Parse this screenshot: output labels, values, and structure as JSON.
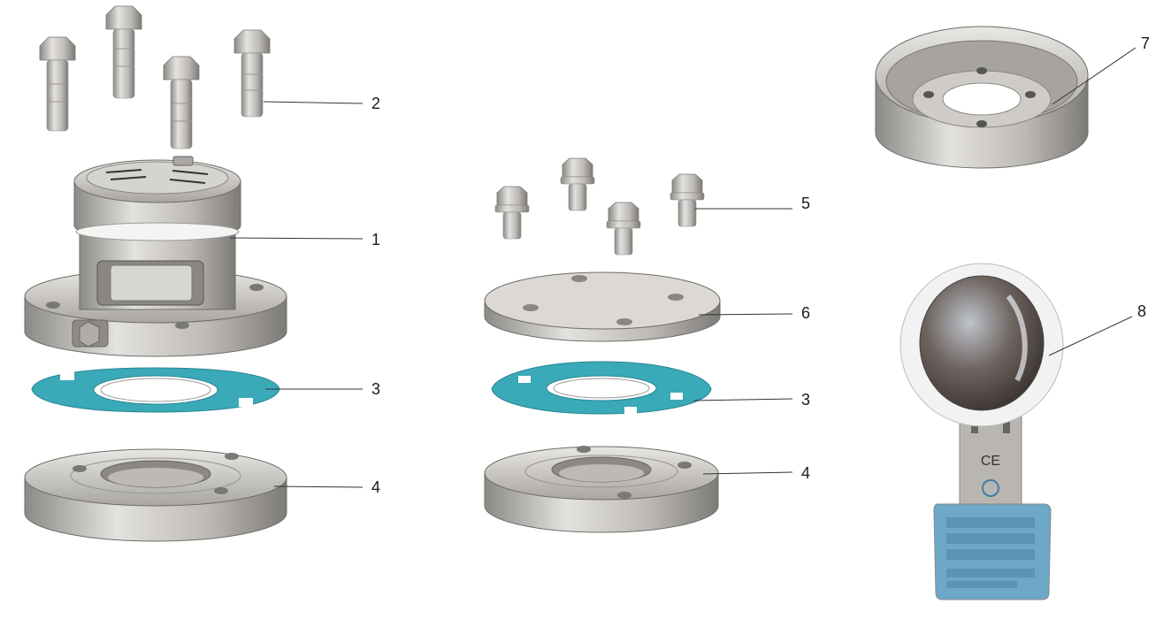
{
  "diagram": {
    "labels": [
      "1",
      "2",
      "3",
      "4",
      "5",
      "6",
      "3",
      "4",
      "7",
      "8"
    ],
    "plate_text": [
      "CE"
    ],
    "colors": {
      "steel": "#c9c6c2",
      "steel_dark": "#7d7b78",
      "gasket": "#3aa9b8",
      "leader": "#333333",
      "tag_blue": "#6da8c8"
    }
  }
}
